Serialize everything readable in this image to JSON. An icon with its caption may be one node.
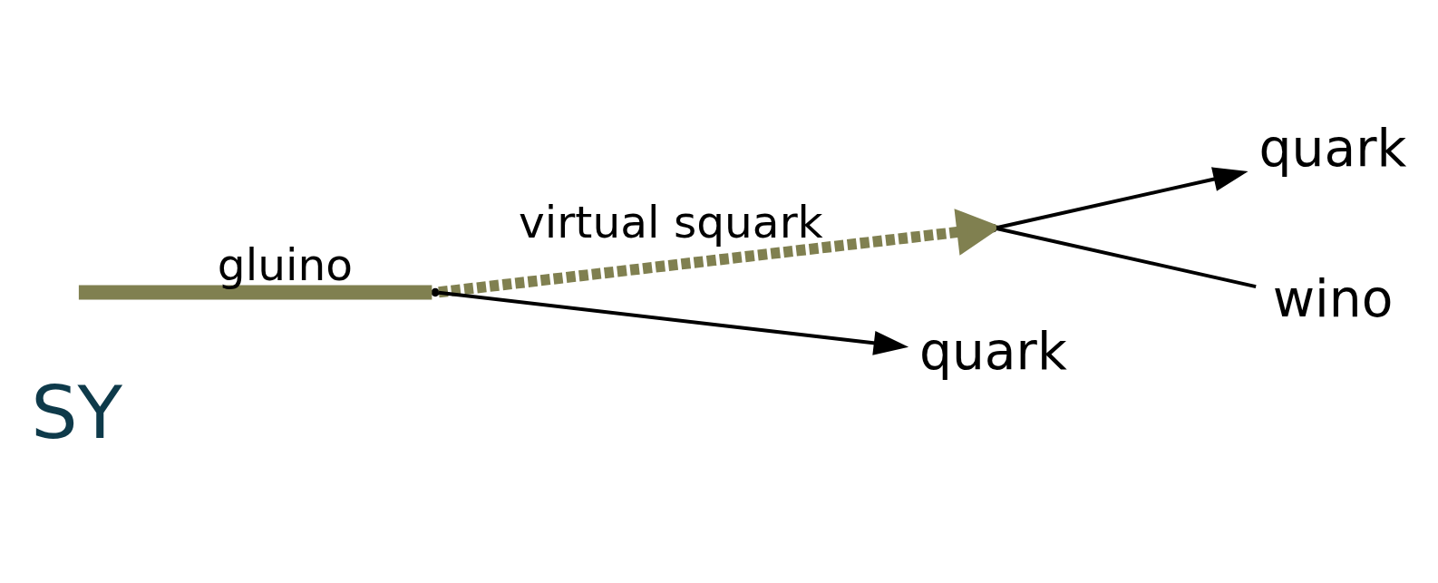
{
  "diagram": {
    "nodes": [
      {
        "text": [],
        "shape": "point"
      },
      {
        "text": [],
        "shape": "point"
      },
      {
        "text": [
          "quark"
        ]
      },
      {
        "text": [
          "quark"
        ]
      },
      {
        "text": [
          "wino"
        ]
      }
    ],
    "edges": [
      {
        "from": null,
        "to": 0,
        "arrow": "none",
        "label": "gluino",
        "style": "thick",
        "color": "#808050"
      },
      {
        "from": 0,
        "to": 1,
        "arrow": "to",
        "label": "virtual squark",
        "style": "dashed",
        "color": "#808050"
      },
      {
        "from": 0,
        "to": 2,
        "arrow": "to"
      },
      {
        "from": 1,
        "to": 3,
        "arrow": "to"
      },
      {
        "from": 1,
        "to": 4,
        "arrow": "none"
      }
    ],
    "labels": [
      "SY"
    ]
  }
}
